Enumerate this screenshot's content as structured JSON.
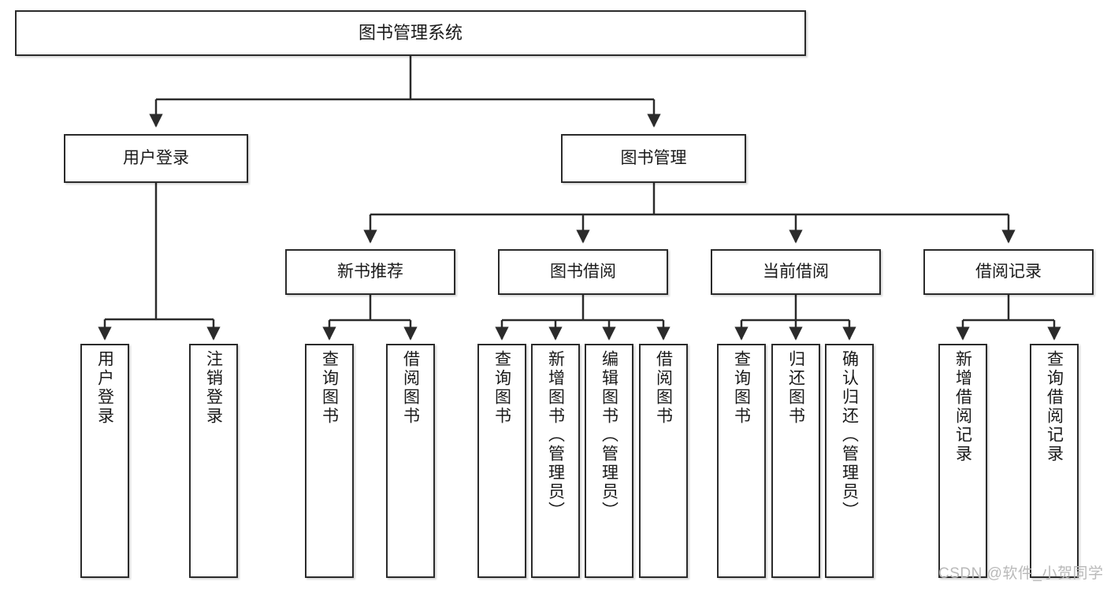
{
  "diagram": {
    "title_node": {
      "label": "图书管理系统"
    },
    "level2": [
      {
        "label": "用户登录"
      },
      {
        "label": "图书管理"
      }
    ],
    "level3": [
      {
        "label": "新书推荐"
      },
      {
        "label": "图书借阅"
      },
      {
        "label": "当前借阅"
      },
      {
        "label": "借阅记录"
      }
    ],
    "leaves": {
      "user_login": [
        {
          "label": "用户登录"
        },
        {
          "label": "注销登录"
        }
      ],
      "new_book": [
        {
          "label": "查询图书"
        },
        {
          "label": "借阅图书"
        }
      ],
      "borrow_book": [
        {
          "label": "查询图书"
        },
        {
          "label": "新增图书（管理员）"
        },
        {
          "label": "编辑图书（管理员）"
        },
        {
          "label": "借阅图书"
        }
      ],
      "current_borrow": [
        {
          "label": "查询图书"
        },
        {
          "label": "归还图书"
        },
        {
          "label": "确认归还（管理员）"
        }
      ],
      "borrow_record": [
        {
          "label": "新增借阅记录"
        },
        {
          "label": "查询借阅记录"
        }
      ]
    },
    "watermark": "CSDN @软件_小贺同学",
    "colors": {
      "stroke": "#2b2b2b",
      "fill": "#ffffff",
      "text": "#1a1a1a",
      "watermark": "#b9b9b9"
    }
  }
}
